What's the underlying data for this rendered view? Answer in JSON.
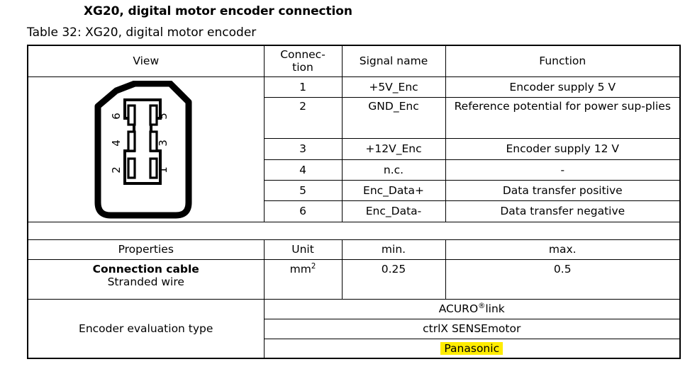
{
  "document": {
    "heading": "XG20, digital motor encoder connection",
    "caption": "Table 32: XG20, digital motor encoder"
  },
  "pin_table": {
    "headers": {
      "view": "View",
      "connection_line1": "Connec-",
      "connection_line2": "tion",
      "signal_name": "Signal name",
      "function": "Function"
    },
    "rows": [
      {
        "connection": "1",
        "signal": "+5V_Enc",
        "function": "Encoder supply 5 V"
      },
      {
        "connection": "2",
        "signal": "GND_Enc",
        "function": "Reference potential for power sup-plies"
      },
      {
        "connection": "3",
        "signal": "+12V_Enc",
        "function": "Encoder supply 12 V"
      },
      {
        "connection": "4",
        "signal": "n.c.",
        "function": "-"
      },
      {
        "connection": "5",
        "signal": "Enc_Data+",
        "function": "Data transfer positive"
      },
      {
        "connection": "6",
        "signal": "Enc_Data-",
        "function": "Data transfer negative"
      }
    ]
  },
  "connector_drawing": {
    "pin_labels_left": [
      "6",
      "4",
      "2"
    ],
    "pin_labels_right": [
      "5",
      "3",
      "1"
    ],
    "outline_color": "#000000"
  },
  "properties_table": {
    "headers": {
      "properties": "Properties",
      "unit": "Unit",
      "min": "min.",
      "max": "max."
    },
    "cable_row": {
      "name_line1": "Connection cable",
      "name_line2": "Stranded wire",
      "unit_base": "mm",
      "unit_exponent": "2",
      "min": "0.25",
      "max": "0.5"
    },
    "encoder_evaluation": {
      "label": "Encoder evaluation type",
      "options": [
        {
          "base": "ACURO",
          "registered": "®",
          "suffix": "link",
          "highlighted": false
        },
        {
          "text": "ctrlX SENSEmotor",
          "highlighted": false
        },
        {
          "text": "Panasonic",
          "highlighted": true
        }
      ],
      "highlight_color": "#ffec00"
    }
  }
}
